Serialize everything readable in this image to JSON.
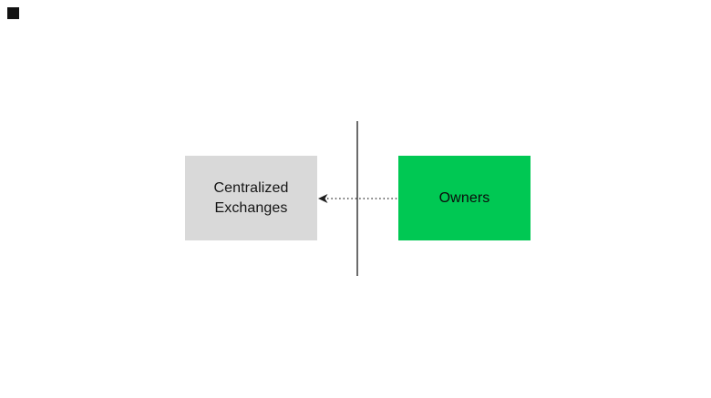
{
  "diagram": {
    "background": "#FFFFFF",
    "marker": {
      "description": "small black square in top-left corner of canvas",
      "color": "#111111"
    },
    "nodes": [
      {
        "id": "centralized-exchanges",
        "label": "Centralized Exchanges",
        "fill": "#D9D9D9",
        "text_color": "#151515"
      },
      {
        "id": "owners",
        "label": "Owners",
        "fill": "#00C853",
        "text_color": "#0B0B0B"
      }
    ],
    "divider": {
      "orientation": "vertical",
      "color": "#6B6B6B"
    },
    "arrow": {
      "from": "Owners",
      "to": "Centralized Exchanges",
      "style": "dotted",
      "direction": "left",
      "color": "#3A3A3A",
      "head_color": "#1E1E1E"
    }
  }
}
